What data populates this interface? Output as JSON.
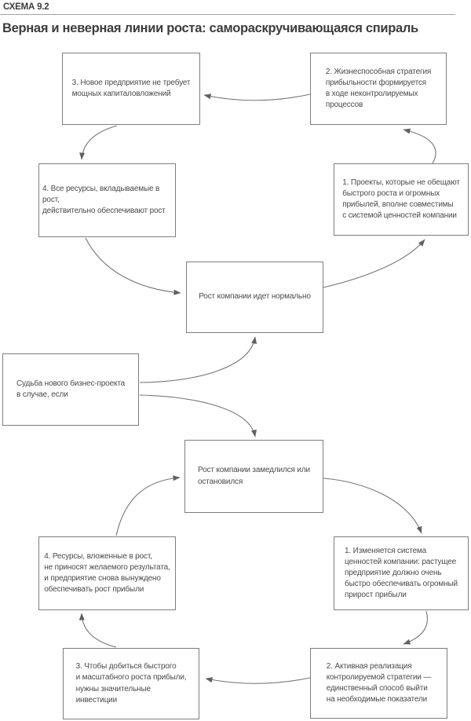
{
  "header": {
    "kicker": "СХЕМА 9.2",
    "title": "Верная и неверная линии роста: самораскручивающаяся спираль"
  },
  "condition_box": {
    "text": "Судьба нового бизнес-проекта\nв случае, если"
  },
  "top_cycle": {
    "center": "Рост компании идет нормально",
    "steps": [
      {
        "text": "1. Проекты, которые не обещают\nбыстрого роста и огромных\nприбылей, вполне совместимы\nс системой ценностей компании"
      },
      {
        "text": "2. Жизнеспособная стратегия\nприбыльности формируется\nв ходе неконтролируемых\nпроцессов"
      },
      {
        "text": "3. Новое предприятие не требует\nмощных капиталовложений"
      },
      {
        "text": "4. Все ресурсы, вкладываемые в рост,\nдействительно обеспечивают рост"
      }
    ]
  },
  "bottom_cycle": {
    "center": "Рост компании замедлился или\nостановился",
    "steps": [
      {
        "text": "1. Изменяется система\nценностей компании: растущее\nпредприятие должно очень\nбыстро обеспечивать огромный\nприрост прибыли"
      },
      {
        "text": "2. Активная реализация\nконтролируемой стратегии —\nединственный способ выйти\nна необходимые показатели"
      },
      {
        "text": "3. Чтобы добиться быстрого\nи масштабного роста прибыли,\nнужны значительные\nинвестиции"
      },
      {
        "text": "4. Ресурсы, вложенные в рост,\nне приносят желаемого результата,\nи предприятие снова вынуждено\nобеспечивать рост прибыли"
      }
    ]
  },
  "colors": {
    "box_border": "#7e7e7e",
    "text": "#4a4a4a",
    "arrow": "#757575",
    "rule": "#a3a3a3"
  }
}
